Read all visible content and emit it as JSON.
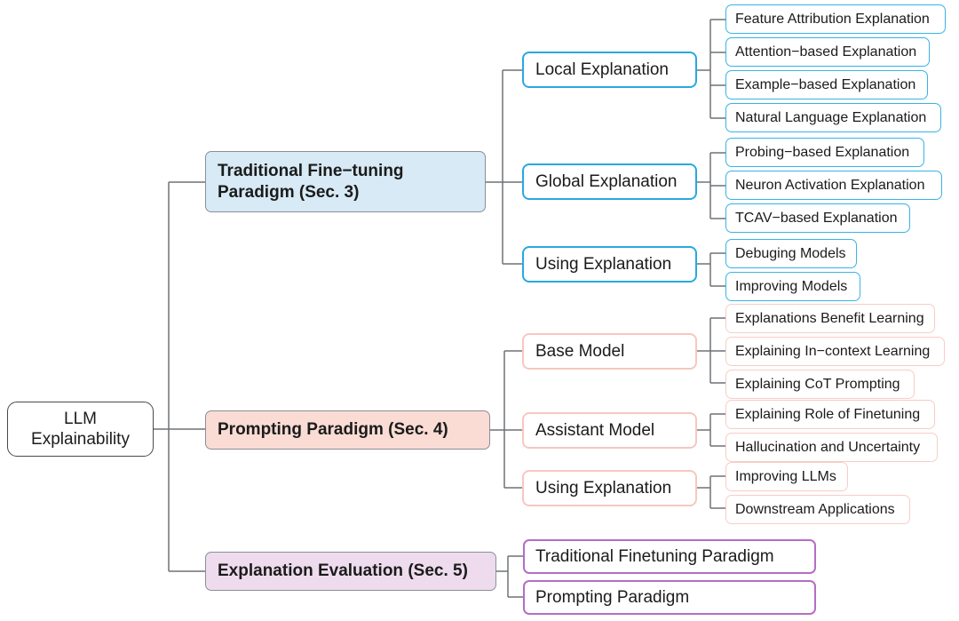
{
  "diagram": {
    "type": "mind-map",
    "title": "LLM Explainability taxonomy",
    "root": {
      "label": "LLM\nExplainability"
    },
    "colors": {
      "blue_fill": "#d7eaf6",
      "blue_border": "#29a8e0",
      "pink_fill": "#fadcd5",
      "pink_border": "#f6c7c1",
      "purple_fill": "#eedcee",
      "purple_border": "#b46ec4",
      "connector": "#6f7276",
      "text": "#1b1b1b"
    },
    "branches": [
      {
        "id": "traditional",
        "label": "Traditional Fine−tuning\nParadigm (Sec. 3)",
        "theme": "blue",
        "children": [
          {
            "label": "Local Explanation",
            "leaves": [
              {
                "label": "Feature Attribution Explanation"
              },
              {
                "label": "Attention−based Explanation"
              },
              {
                "label": "Example−based Explanation"
              },
              {
                "label": "Natural Language Explanation"
              }
            ]
          },
          {
            "label": "Global Explanation",
            "leaves": [
              {
                "label": "Probing−based Explanation"
              },
              {
                "label": "Neuron Activation Explanation"
              },
              {
                "label": "TCAV−based Explanation"
              }
            ]
          },
          {
            "label": "Using Explanation",
            "leaves": [
              {
                "label": "Debuging Models"
              },
              {
                "label": "Improving Models"
              }
            ]
          }
        ]
      },
      {
        "id": "prompting",
        "label": "Prompting Paradigm (Sec. 4)",
        "theme": "pink",
        "children": [
          {
            "label": "Base Model",
            "leaves": [
              {
                "label": "Explanations Benefit Learning"
              },
              {
                "label": "Explaining In−context Learning"
              },
              {
                "label": "Explaining CoT Prompting"
              }
            ]
          },
          {
            "label": "Assistant Model",
            "leaves": [
              {
                "label": "Explaining Role of Finetuning"
              },
              {
                "label": "Hallucination and Uncertainty"
              }
            ]
          },
          {
            "label": "Using Explanation",
            "leaves": [
              {
                "label": "Improving LLMs"
              },
              {
                "label": "Downstream Applications"
              }
            ]
          }
        ]
      },
      {
        "id": "evaluation",
        "label": "Explanation Evaluation (Sec. 5)",
        "theme": "purple",
        "children": [],
        "leaves": [
          {
            "label": "Traditional Finetuning Paradigm"
          },
          {
            "label": "Prompting Paradigm"
          }
        ]
      }
    ]
  }
}
